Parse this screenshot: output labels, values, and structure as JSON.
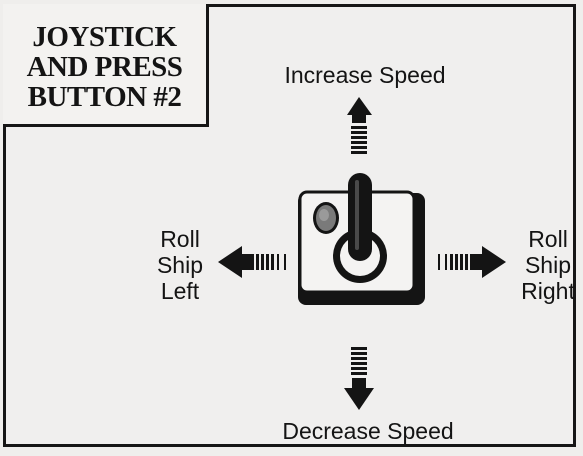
{
  "title": {
    "line1": "JOYSTICK",
    "line2": "AND PRESS",
    "line3": "BUTTON #2"
  },
  "directions": {
    "up": "Increase Speed",
    "down": "Decrease Speed",
    "left": {
      "line1": "Roll",
      "line2": "Ship",
      "line3": "Left"
    },
    "right": {
      "line1": "Roll",
      "line2": "Ship",
      "line3": "Right"
    }
  },
  "icons": {
    "joystick": "joystick-icon",
    "up_arrow": "arrow-up-icon",
    "down_arrow": "arrow-down-icon",
    "left_arrow": "arrow-left-icon",
    "right_arrow": "arrow-right-icon",
    "fire_button": "fire-button-icon"
  },
  "colors": {
    "ink": "#141414",
    "background": "#f0efee",
    "button": "#7a7a7a"
  }
}
